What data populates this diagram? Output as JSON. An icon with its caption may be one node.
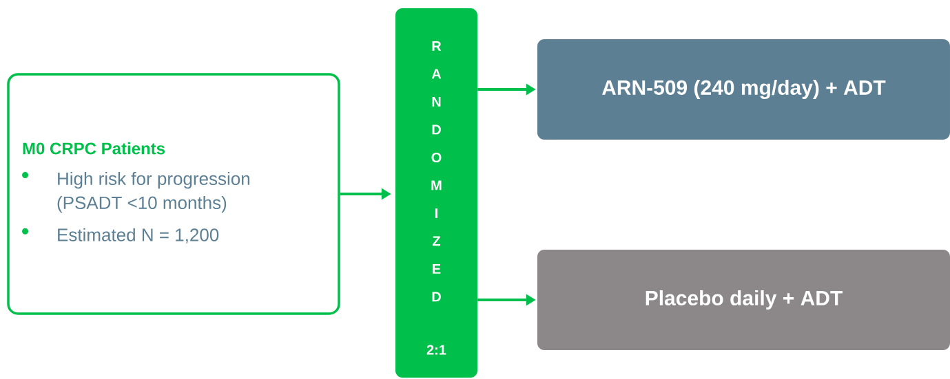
{
  "diagram": {
    "nodes": [
      {
        "text": [
          "M0 CRPC Patients",
          "High risk for progression (PSADT <10 months)",
          "Estimated N = 1,200"
        ]
      },
      {
        "text": [
          "RANDOMIZED",
          "2:1"
        ]
      },
      {
        "text": [
          "ARN-509 (240 mg/day) + ADT"
        ]
      },
      {
        "text": [
          "Placebo daily + ADT"
        ]
      }
    ],
    "edges": [
      {
        "from": 0,
        "to": 1,
        "arrow": "to"
      },
      {
        "from": 1,
        "to": 2,
        "arrow": "to"
      },
      {
        "from": 1,
        "to": 3,
        "arrow": "to"
      }
    ]
  }
}
